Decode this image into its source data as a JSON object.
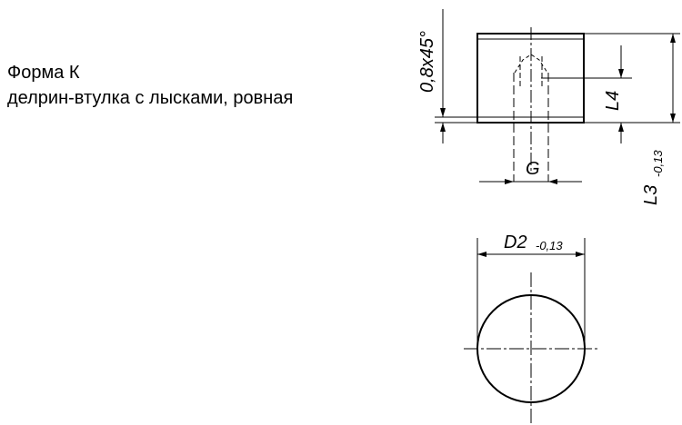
{
  "caption": {
    "title": "Форма К",
    "subtitle": "делрин-втулка с лысками, ровная"
  },
  "dimensions": {
    "chamfer": "0,8x45°",
    "l4": "L4",
    "l3": "L3",
    "l3_tolerance": "-0,13",
    "g": "G",
    "d2": "D2",
    "d2_tolerance": "-0,13"
  },
  "colors": {
    "line": "#000000",
    "background": "#ffffff"
  }
}
